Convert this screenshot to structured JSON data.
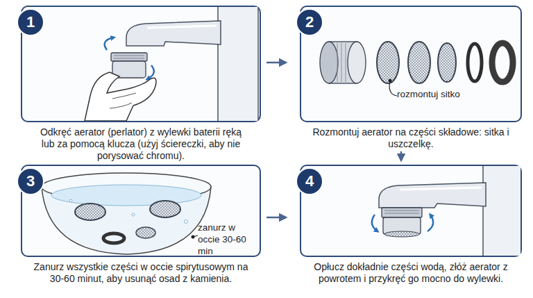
{
  "diagram": {
    "nodes": [
      {
        "text": [
          "1",
          "Odkręć aerator (perlator) z wylewki baterii ręką lub za pomocą klucza (użyj ściereczki, aby nie porysować chromu)."
        ]
      },
      {
        "text": [
          "2",
          "Rozmontuj aerator na części składowe: sitka i uszczelkę."
        ]
      },
      {
        "text": [
          "3",
          "Zanurz wszystkie części w occie spirytusowym na 30-60 minut, aby usunąć osad z kamienia."
        ]
      },
      {
        "text": [
          "4",
          "Opłucz dokładnie części wodą, złóż aerator z powrotem i przykręć go mocno do wylewki."
        ]
      }
    ],
    "edges": [
      {
        "from": 0,
        "to": 1,
        "arrow": "to"
      },
      {
        "from": 1,
        "to": 3,
        "arrow": "to"
      },
      {
        "from": 2,
        "to": 3,
        "arrow": "to"
      }
    ],
    "labels": [
      "rozmontuj sitko",
      "zanurz w occie 30-60 min"
    ]
  }
}
